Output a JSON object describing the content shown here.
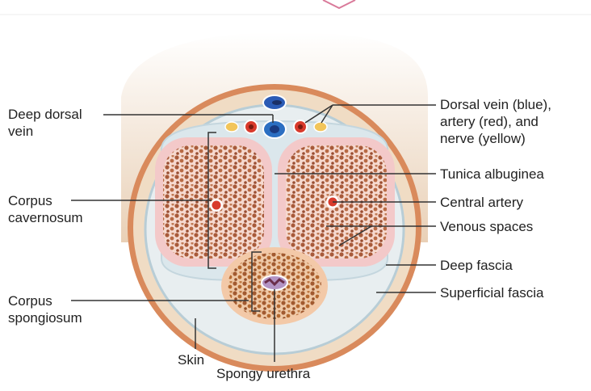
{
  "labels": {
    "deep_dorsal_vein": "Deep dorsal\nvein",
    "corpus_cavernosum": "Corpus\ncavernosum",
    "corpus_spongiosum": "Corpus\nspongiosum",
    "skin": "Skin",
    "spongy_urethra": "Spongy urethra",
    "dorsal_vessels": "Dorsal vein (blue),\nartery (red), and\nnerve (yellow)",
    "tunica_albuginea": "Tunica albuginea",
    "central_artery": "Central artery",
    "venous_spaces": "Venous spaces",
    "deep_fascia": "Deep fascia",
    "superficial_fascia": "Superficial fascia"
  },
  "colors": {
    "skin": "#d98a5c",
    "superficial_fascia": "#f0dcc4",
    "deep_fascia": "#c9dde6",
    "tunica_albuginea": "#f3c9c9",
    "erectile_tissue": "#e4b49a",
    "vein": "#2b5bb5",
    "artery": "#d83a2c",
    "nerve": "#f2c55a",
    "leader_line": "#333333"
  }
}
